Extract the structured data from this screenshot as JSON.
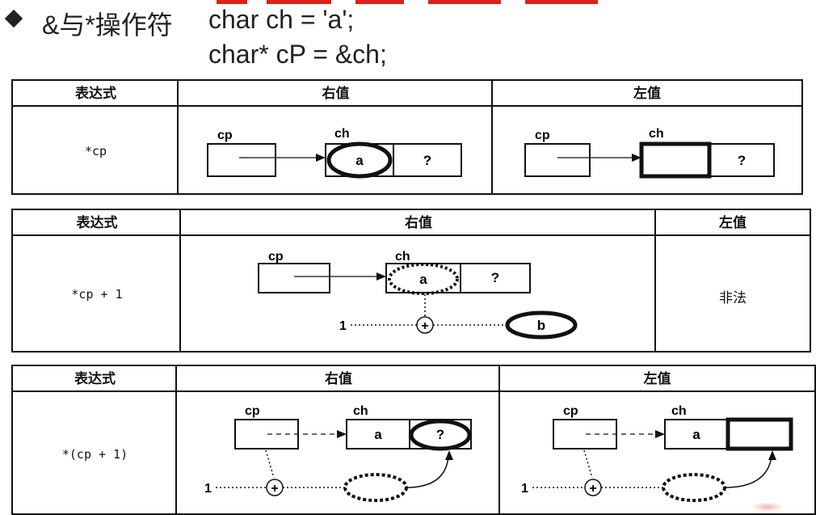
{
  "header": {
    "title": "&与*操作符",
    "code_line1": "char ch = 'a';",
    "code_line2": "char* cP = &ch;"
  },
  "labels": {
    "cp": "cp",
    "ch": "ch",
    "a": "a",
    "b": "b",
    "q": "?",
    "one": "1",
    "plus": "+"
  },
  "tables": [
    {
      "col_expr": "表达式",
      "col_rvalue": "右值",
      "col_lvalue": "左值",
      "expr": "*cp"
    },
    {
      "col_expr": "表达式",
      "col_rvalue": "右值",
      "col_lvalue": "左值",
      "expr": "*cp + 1",
      "lvalue_text": "非法"
    },
    {
      "col_expr": "表达式",
      "col_rvalue": "右值",
      "col_lvalue": "左值",
      "expr": "*(cp + 1)"
    }
  ],
  "colors": {
    "ink": "#111111",
    "accent_red": "#e0201c"
  }
}
